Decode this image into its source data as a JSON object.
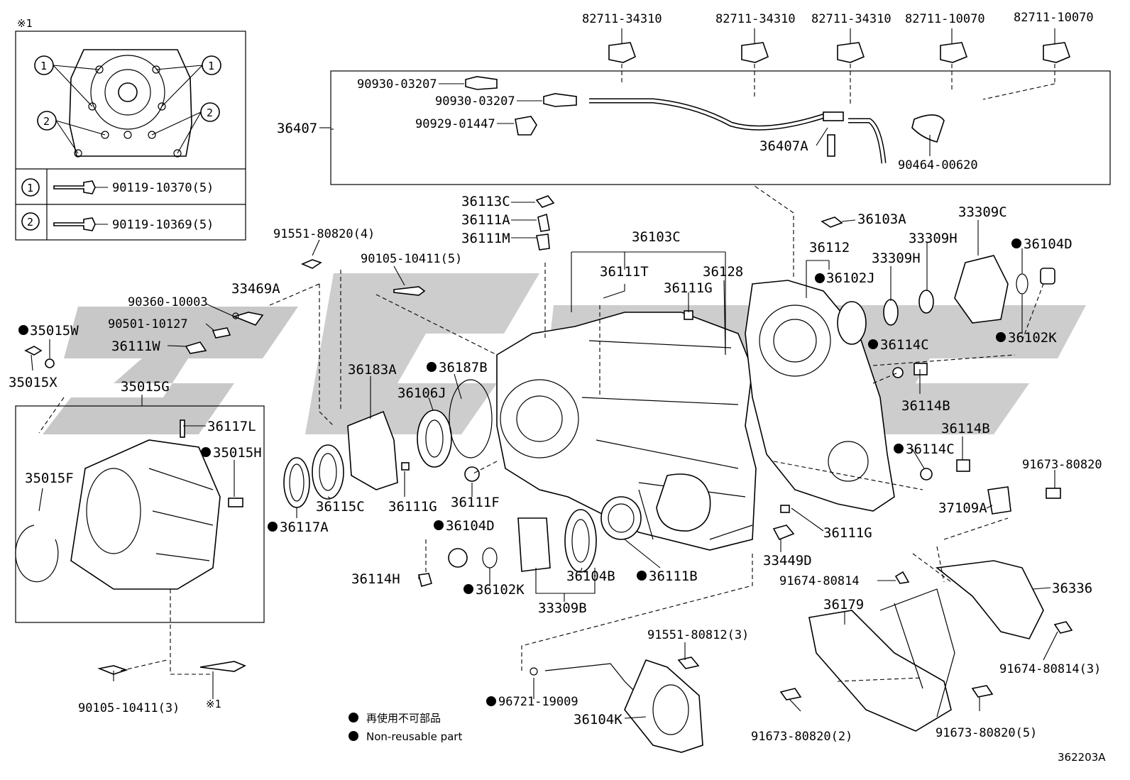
{
  "diagram_code": "362203A",
  "legend": {
    "reuse_jp": "再使用不可部品",
    "reuse_en": "Non-reusable part"
  },
  "inset": {
    "ref_mark": "※1",
    "callout_1": "1",
    "callout_2": "2",
    "row1_part": "90119-10370(5)",
    "row2_part": "90119-10369(5)"
  },
  "bottom_ref_mark": "※1",
  "parts": {
    "p82711_34310_a": "82711-34310",
    "p82711_34310_b": "82711-34310",
    "p82711_34310_c": "82711-34310",
    "p82711_10070_a": "82711-10070",
    "p82711_10070_b": "82711-10070",
    "p90930_03207_a": "90930-03207",
    "p90930_03207_b": "90930-03207",
    "p90929_01447": "90929-01447",
    "p36407": "36407",
    "p36407A": "36407A",
    "p90464_00620": "90464-00620",
    "p36113C": "36113C",
    "p36111A": "36111A",
    "p36111M": "36111M",
    "p36103C": "36103C",
    "p36111T": "36111T",
    "p36128": "36128",
    "p36111G_top": "36111G",
    "p36103A": "36103A",
    "p36112": "36112",
    "p36102J": "36102J",
    "p33309H_a": "33309H",
    "p33309H_b": "33309H",
    "p33309C": "33309C",
    "p36104D_right": "36104D",
    "p36102K_right": "36102K",
    "p36114C_a": "36114C",
    "p36114B_a": "36114B",
    "p36114B_b": "36114B",
    "p36114C_b": "36114C",
    "p91673_80820": "91673-80820",
    "p37109A": "37109A",
    "p36111G_right": "36111G",
    "p33449D": "33449D",
    "p91551_80820_4": "91551-80820(4)",
    "p90105_10411_5": "90105-10411(5)",
    "p90360_10003": "90360-10003",
    "p33469A": "33469A",
    "p90501_10127": "90501-10127",
    "p36111W": "36111W",
    "p35015W": "35015W",
    "p35015X": "35015X",
    "p35015G": "35015G",
    "p36117L": "36117L",
    "p35015H": "35015H",
    "p35015F": "35015F",
    "p36183A": "36183A",
    "p36187B": "36187B",
    "p36106J": "36106J",
    "p36115C": "36115C",
    "p36111G_mid": "36111G",
    "p36111F": "36111F",
    "p36117A": "36117A",
    "p36104D_mid": "36104D",
    "p36114H": "36114H",
    "p36102K_mid": "36102K",
    "p36104B": "36104B",
    "p36111B": "36111B",
    "p33309B": "33309B",
    "p90105_10411_3": "90105-10411(3)",
    "p91551_80812_3": "91551-80812(3)",
    "p96721_19009": "96721-19009",
    "p36104K": "36104K",
    "p91674_80814": "91674-80814",
    "p36179": "36179",
    "p36336": "36336",
    "p91674_80814_3": "91674-80814(3)",
    "p91673_80820_2": "91673-80820(2)",
    "p91673_80820_5": "91673-80820(5)"
  }
}
